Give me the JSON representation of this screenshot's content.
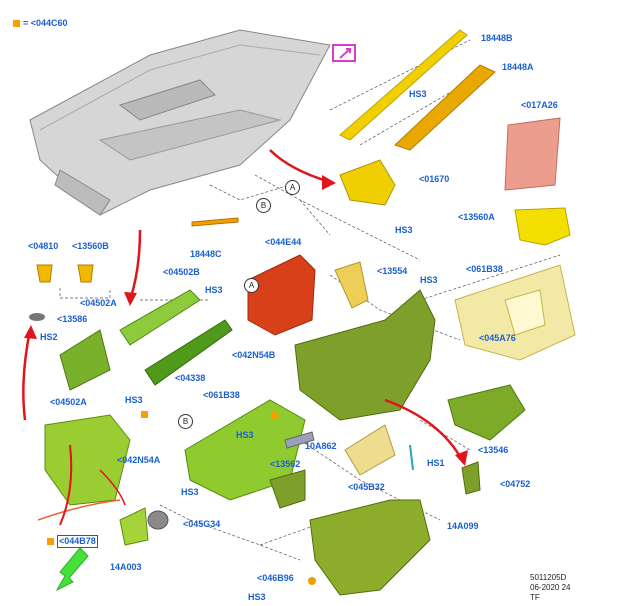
{
  "legend": {
    "swatch_color": "#f5a000",
    "text": "= <044C60"
  },
  "labels": [
    {
      "id": "18448B",
      "text": "18448B"
    },
    {
      "id": "18448A",
      "text": "18448A"
    },
    {
      "id": "HS3_top",
      "text": "HS3"
    },
    {
      "id": "017A26",
      "text": "<017A26"
    },
    {
      "id": "01670",
      "text": "<01670"
    },
    {
      "id": "HS3_mid",
      "text": "HS3"
    },
    {
      "id": "13560A",
      "text": "<13560A"
    },
    {
      "id": "18448C",
      "text": "18448C"
    },
    {
      "id": "04810",
      "text": "<04810"
    },
    {
      "id": "13560B",
      "text": "<13560B"
    },
    {
      "id": "044E44",
      "text": "<044E44"
    },
    {
      "id": "13554",
      "text": "<13554"
    },
    {
      "id": "HS3_r",
      "text": "HS3"
    },
    {
      "id": "061B38_r",
      "text": "<061B38"
    },
    {
      "id": "04502B",
      "text": "<04502B"
    },
    {
      "id": "HS3_l",
      "text": "HS3"
    },
    {
      "id": "04502A_top",
      "text": "<04502A"
    },
    {
      "id": "13586",
      "text": "<13586"
    },
    {
      "id": "HS2",
      "text": "HS2"
    },
    {
      "id": "045A76",
      "text": "<045A76"
    },
    {
      "id": "042N54B",
      "text": "<042N54B"
    },
    {
      "id": "04338",
      "text": "<04338"
    },
    {
      "id": "04502A_bot",
      "text": "<04502A"
    },
    {
      "id": "HS3_lb",
      "text": "HS3"
    },
    {
      "id": "061B38_l",
      "text": "<061B38"
    },
    {
      "id": "HS3_c",
      "text": "HS3"
    },
    {
      "id": "10A862",
      "text": "10A862"
    },
    {
      "id": "13546",
      "text": "<13546"
    },
    {
      "id": "042N54A",
      "text": "<042N54A"
    },
    {
      "id": "HS1",
      "text": "HS1"
    },
    {
      "id": "13562",
      "text": "<13562"
    },
    {
      "id": "045B32",
      "text": "<045B32"
    },
    {
      "id": "04752",
      "text": "<04752"
    },
    {
      "id": "HS3_b",
      "text": "HS3"
    },
    {
      "id": "045G34",
      "text": "<045G34"
    },
    {
      "id": "14A099",
      "text": "14A099"
    },
    {
      "id": "044B78",
      "text": "<044B78"
    },
    {
      "id": "14A003",
      "text": "14A003"
    },
    {
      "id": "046B96",
      "text": "<046B96"
    },
    {
      "id": "HS3_bb",
      "text": "HS3"
    }
  ],
  "callouts": [
    {
      "id": "A_top",
      "text": "A"
    },
    {
      "id": "B_top",
      "text": "B"
    },
    {
      "id": "A_mid",
      "text": "A"
    },
    {
      "id": "B_mid",
      "text": "B"
    }
  ],
  "meta": {
    "line1": "5011205D",
    "line2": "06-2020 24",
    "line3": "TF"
  }
}
